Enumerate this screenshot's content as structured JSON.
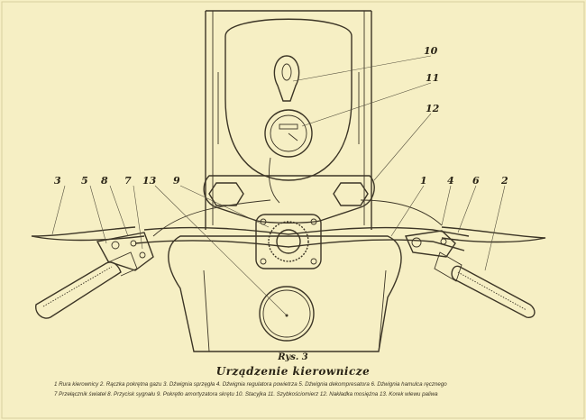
{
  "figure": {
    "label": "Rys. 3",
    "title": "Urządzenie kierownicze",
    "legend_line1": "1 Rura kierownicy  2. Rączka pokrętna gazu  3. Dźwignia sprzęgła  4. Dźwignia regulatora powietrza  5. Dźwignia dekompresatora  6. Dźwignia hamulca ręcznego",
    "legend_line2": "7 Przełącznik świateł  8. Przycisk sygnału  9. Pokrętło amortyzatora skrętu  10. Stacyjka  11. Szybkościomierz  12. Nakładka mosiężna  13. Korek wlewu paliwa"
  },
  "callouts": [
    "1",
    "2",
    "3",
    "4",
    "5",
    "6",
    "7",
    "8",
    "9",
    "10",
    "11",
    "12",
    "13"
  ]
}
